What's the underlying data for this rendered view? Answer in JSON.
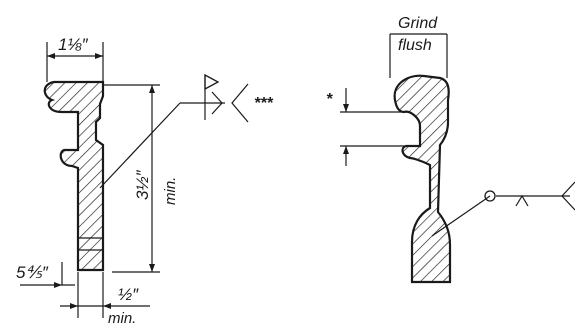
{
  "left_detail": {
    "top_width_label": "1⅛″",
    "side_offset_label": "5⅘″",
    "height_label": "3½″",
    "height_note": "min.",
    "bottom_width_label": "½″",
    "bottom_note": "min.",
    "weld_tail_marks": "***"
  },
  "right_detail": {
    "grind_word_1": "Grind",
    "grind_word_2": "flush",
    "star_mark": "*"
  }
}
